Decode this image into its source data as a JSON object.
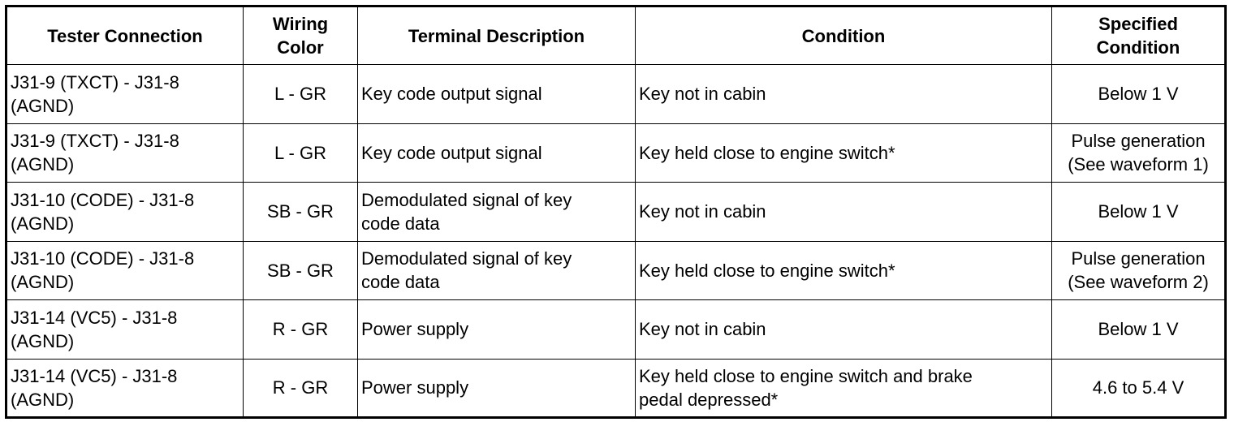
{
  "table": {
    "headers": [
      "Tester Connection",
      "Wiring\nColor",
      "Terminal Description",
      "Condition",
      "Specified\nCondition"
    ],
    "rows": [
      {
        "tester_connection": "J31-9 (TXCT) - J31-8\n(AGND)",
        "wiring_color": "L - GR",
        "terminal_description": "Key code output signal",
        "condition": "Key not in cabin",
        "specified_condition": "Below 1 V"
      },
      {
        "tester_connection": "J31-9 (TXCT) - J31-8\n(AGND)",
        "wiring_color": "L - GR",
        "terminal_description": "Key code output signal",
        "condition": "Key held close to engine switch*",
        "specified_condition": "Pulse generation\n(See waveform 1)"
      },
      {
        "tester_connection": "J31-10 (CODE) - J31-8\n(AGND)",
        "wiring_color": "SB - GR",
        "terminal_description": "Demodulated signal of key\ncode data",
        "condition": "Key not in cabin",
        "specified_condition": "Below 1 V"
      },
      {
        "tester_connection": "J31-10 (CODE) - J31-8\n(AGND)",
        "wiring_color": "SB - GR",
        "terminal_description": "Demodulated signal of key\ncode data",
        "condition": "Key held close to engine switch*",
        "specified_condition": "Pulse generation\n(See waveform 2)"
      },
      {
        "tester_connection": "J31-14 (VC5) - J31-8\n(AGND)",
        "wiring_color": "R - GR",
        "terminal_description": "Power supply",
        "condition": "Key not in cabin",
        "specified_condition": "Below 1 V"
      },
      {
        "tester_connection": "J31-14 (VC5) - J31-8\n(AGND)",
        "wiring_color": "R - GR",
        "terminal_description": "Power supply",
        "condition": "Key held close to engine switch and brake\npedal depressed*",
        "specified_condition": "4.6 to 5.4 V"
      }
    ]
  }
}
